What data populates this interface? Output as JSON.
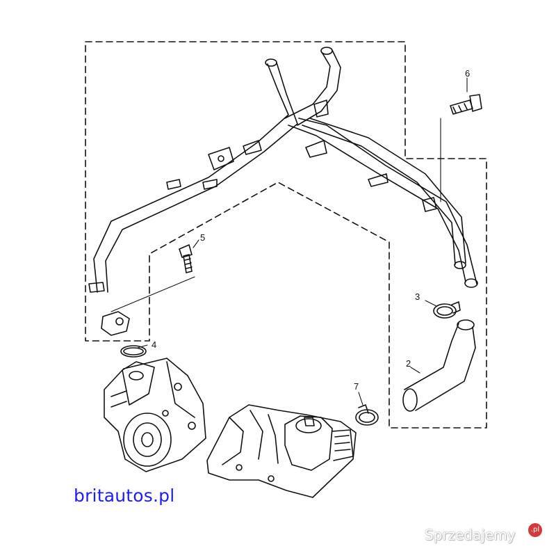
{
  "diagram": {
    "callouts": [
      {
        "id": "callout-1",
        "text": "6"
      },
      {
        "id": "callout-2",
        "text": "5"
      },
      {
        "id": "callout-3",
        "text": "3"
      },
      {
        "id": "callout-4",
        "text": "4"
      },
      {
        "id": "callout-5",
        "text": "2"
      },
      {
        "id": "callout-6",
        "text": "7"
      }
    ]
  },
  "site_label": "britautos.pl",
  "watermark": {
    "text": "Sprzedajemy",
    "badge": ".pl"
  },
  "colors": {
    "line": "#111111",
    "site_label": "#1c1cff",
    "badge": "#d43a3a"
  }
}
